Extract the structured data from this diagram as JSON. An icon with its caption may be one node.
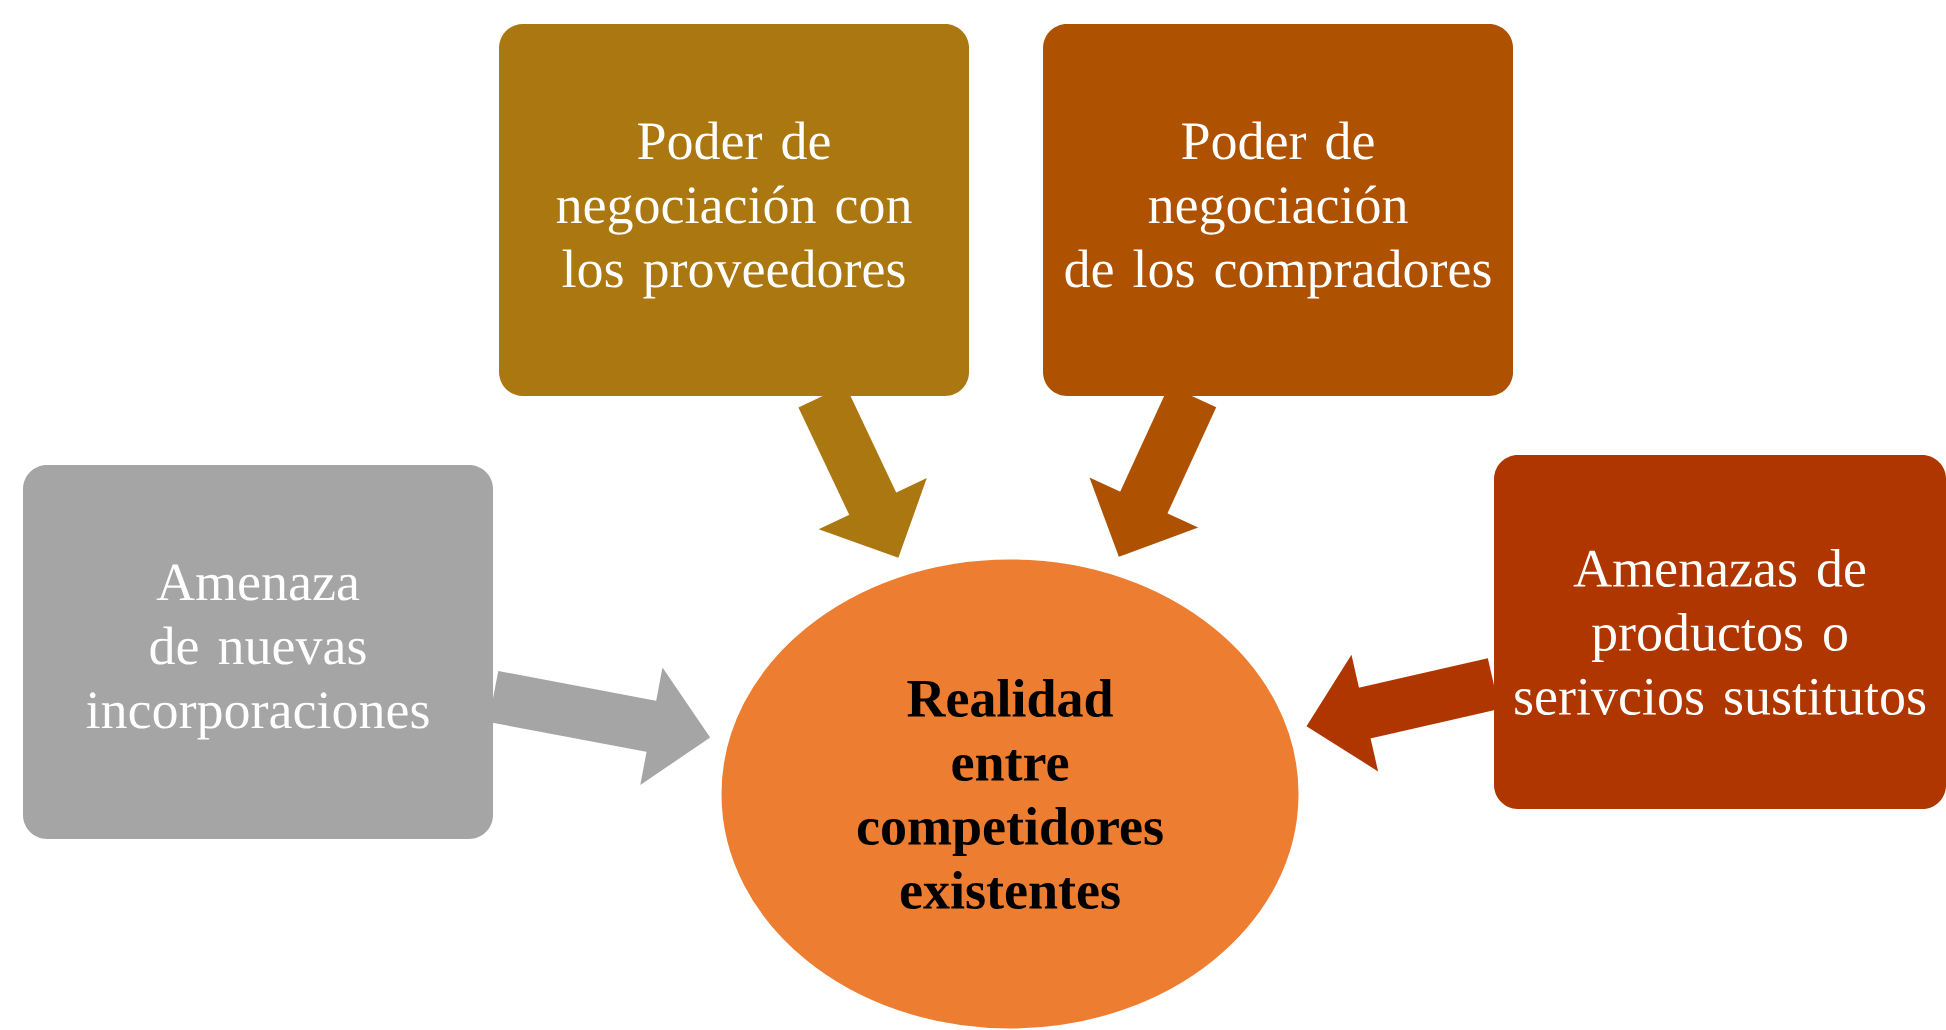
{
  "diagram": {
    "nodes": [
      {
        "text": [
          "Poder de negociación con los proveedores"
        ]
      },
      {
        "text": [
          "Poder de negociación de los compradores"
        ]
      },
      {
        "text": [
          "Amenaza de nuevas incorporaciones"
        ]
      },
      {
        "text": [
          "Amenazas de productos o serivcios sustitutos"
        ]
      },
      {
        "text": [
          "Realidad entre competidores existentes"
        ]
      }
    ],
    "edges": [
      {
        "from": 0,
        "to": 4,
        "arrow": "to",
        "color": "#ab7711"
      },
      {
        "from": 1,
        "to": 4,
        "arrow": "to",
        "color": "#ae5100"
      },
      {
        "from": 2,
        "to": 4,
        "arrow": "to",
        "color": "#a5a5a5"
      },
      {
        "from": 3,
        "to": 4,
        "arrow": "to",
        "color": "#b03600"
      }
    ]
  }
}
